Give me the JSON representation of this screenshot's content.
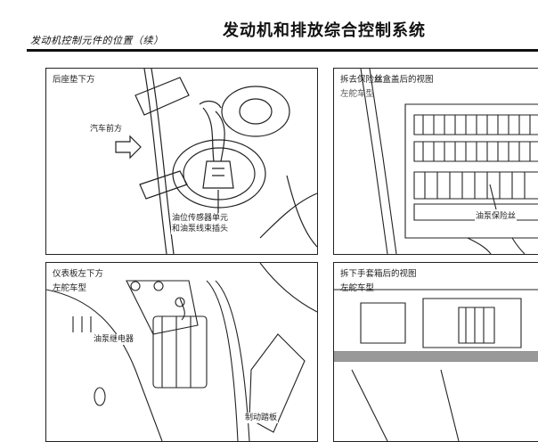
{
  "header": {
    "subtitle": "发动机控制元件的位置（续）",
    "title": "发动机和排放综合控制系统"
  },
  "panels": {
    "p1": {
      "caption": "后座垫下方",
      "front_label": "汽车前方",
      "part_line1": "油位传感器单元",
      "part_line2": "和油泵线束插头"
    },
    "p2": {
      "caption_pre": "拆去保险",
      "caption_bold": "丝",
      "caption_post": "盒盖后的视图",
      "sub": "左舵车型",
      "part": "油泵保险丝"
    },
    "p3": {
      "caption": "仪表板左下方",
      "sub": "左舵车型",
      "part1": "油泵继电器",
      "part2": "制动踏板"
    },
    "p4": {
      "caption": "拆下手套箱后的视图",
      "sub": "左舵车型"
    }
  }
}
